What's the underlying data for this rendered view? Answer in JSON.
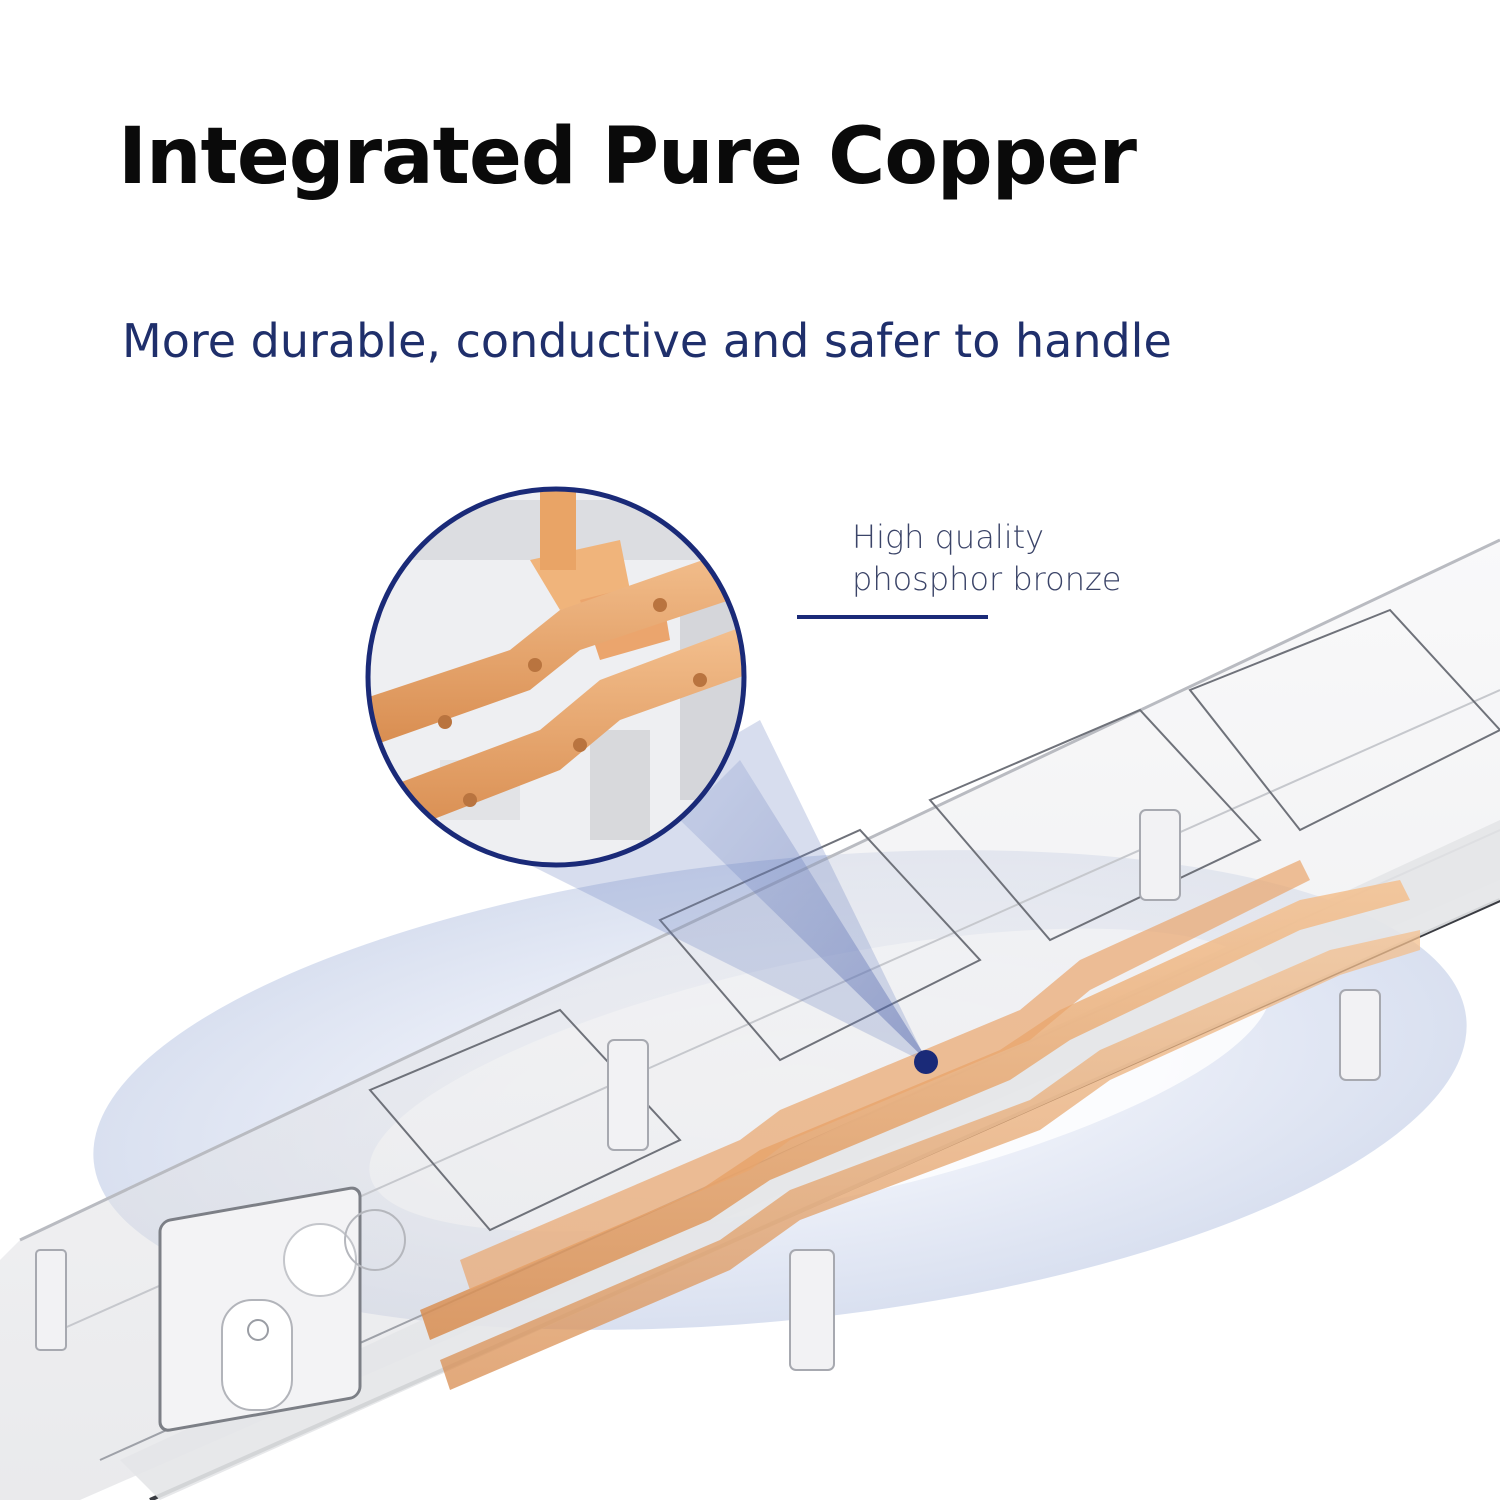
{
  "header": {
    "title": "Integrated Pure Copper",
    "subtitle": "More durable, conductive and safer to handle"
  },
  "callout": {
    "line1": "High quality",
    "line2": "phosphor bronze"
  },
  "colors": {
    "title": "#0a0a0a",
    "subtitle": "#1f2f6b",
    "callout_text": "#3b4468",
    "accent_navy": "#1a2a78",
    "copper": "#e8a166",
    "copper_dark": "#c9824a",
    "shell": "#e9e9ec",
    "halo": "#dde3f1"
  },
  "product": {
    "icons": [
      "power-switch-icon",
      "copper-strip-icon",
      "magnifier-lens-icon",
      "callout-pointer-icon"
    ]
  }
}
